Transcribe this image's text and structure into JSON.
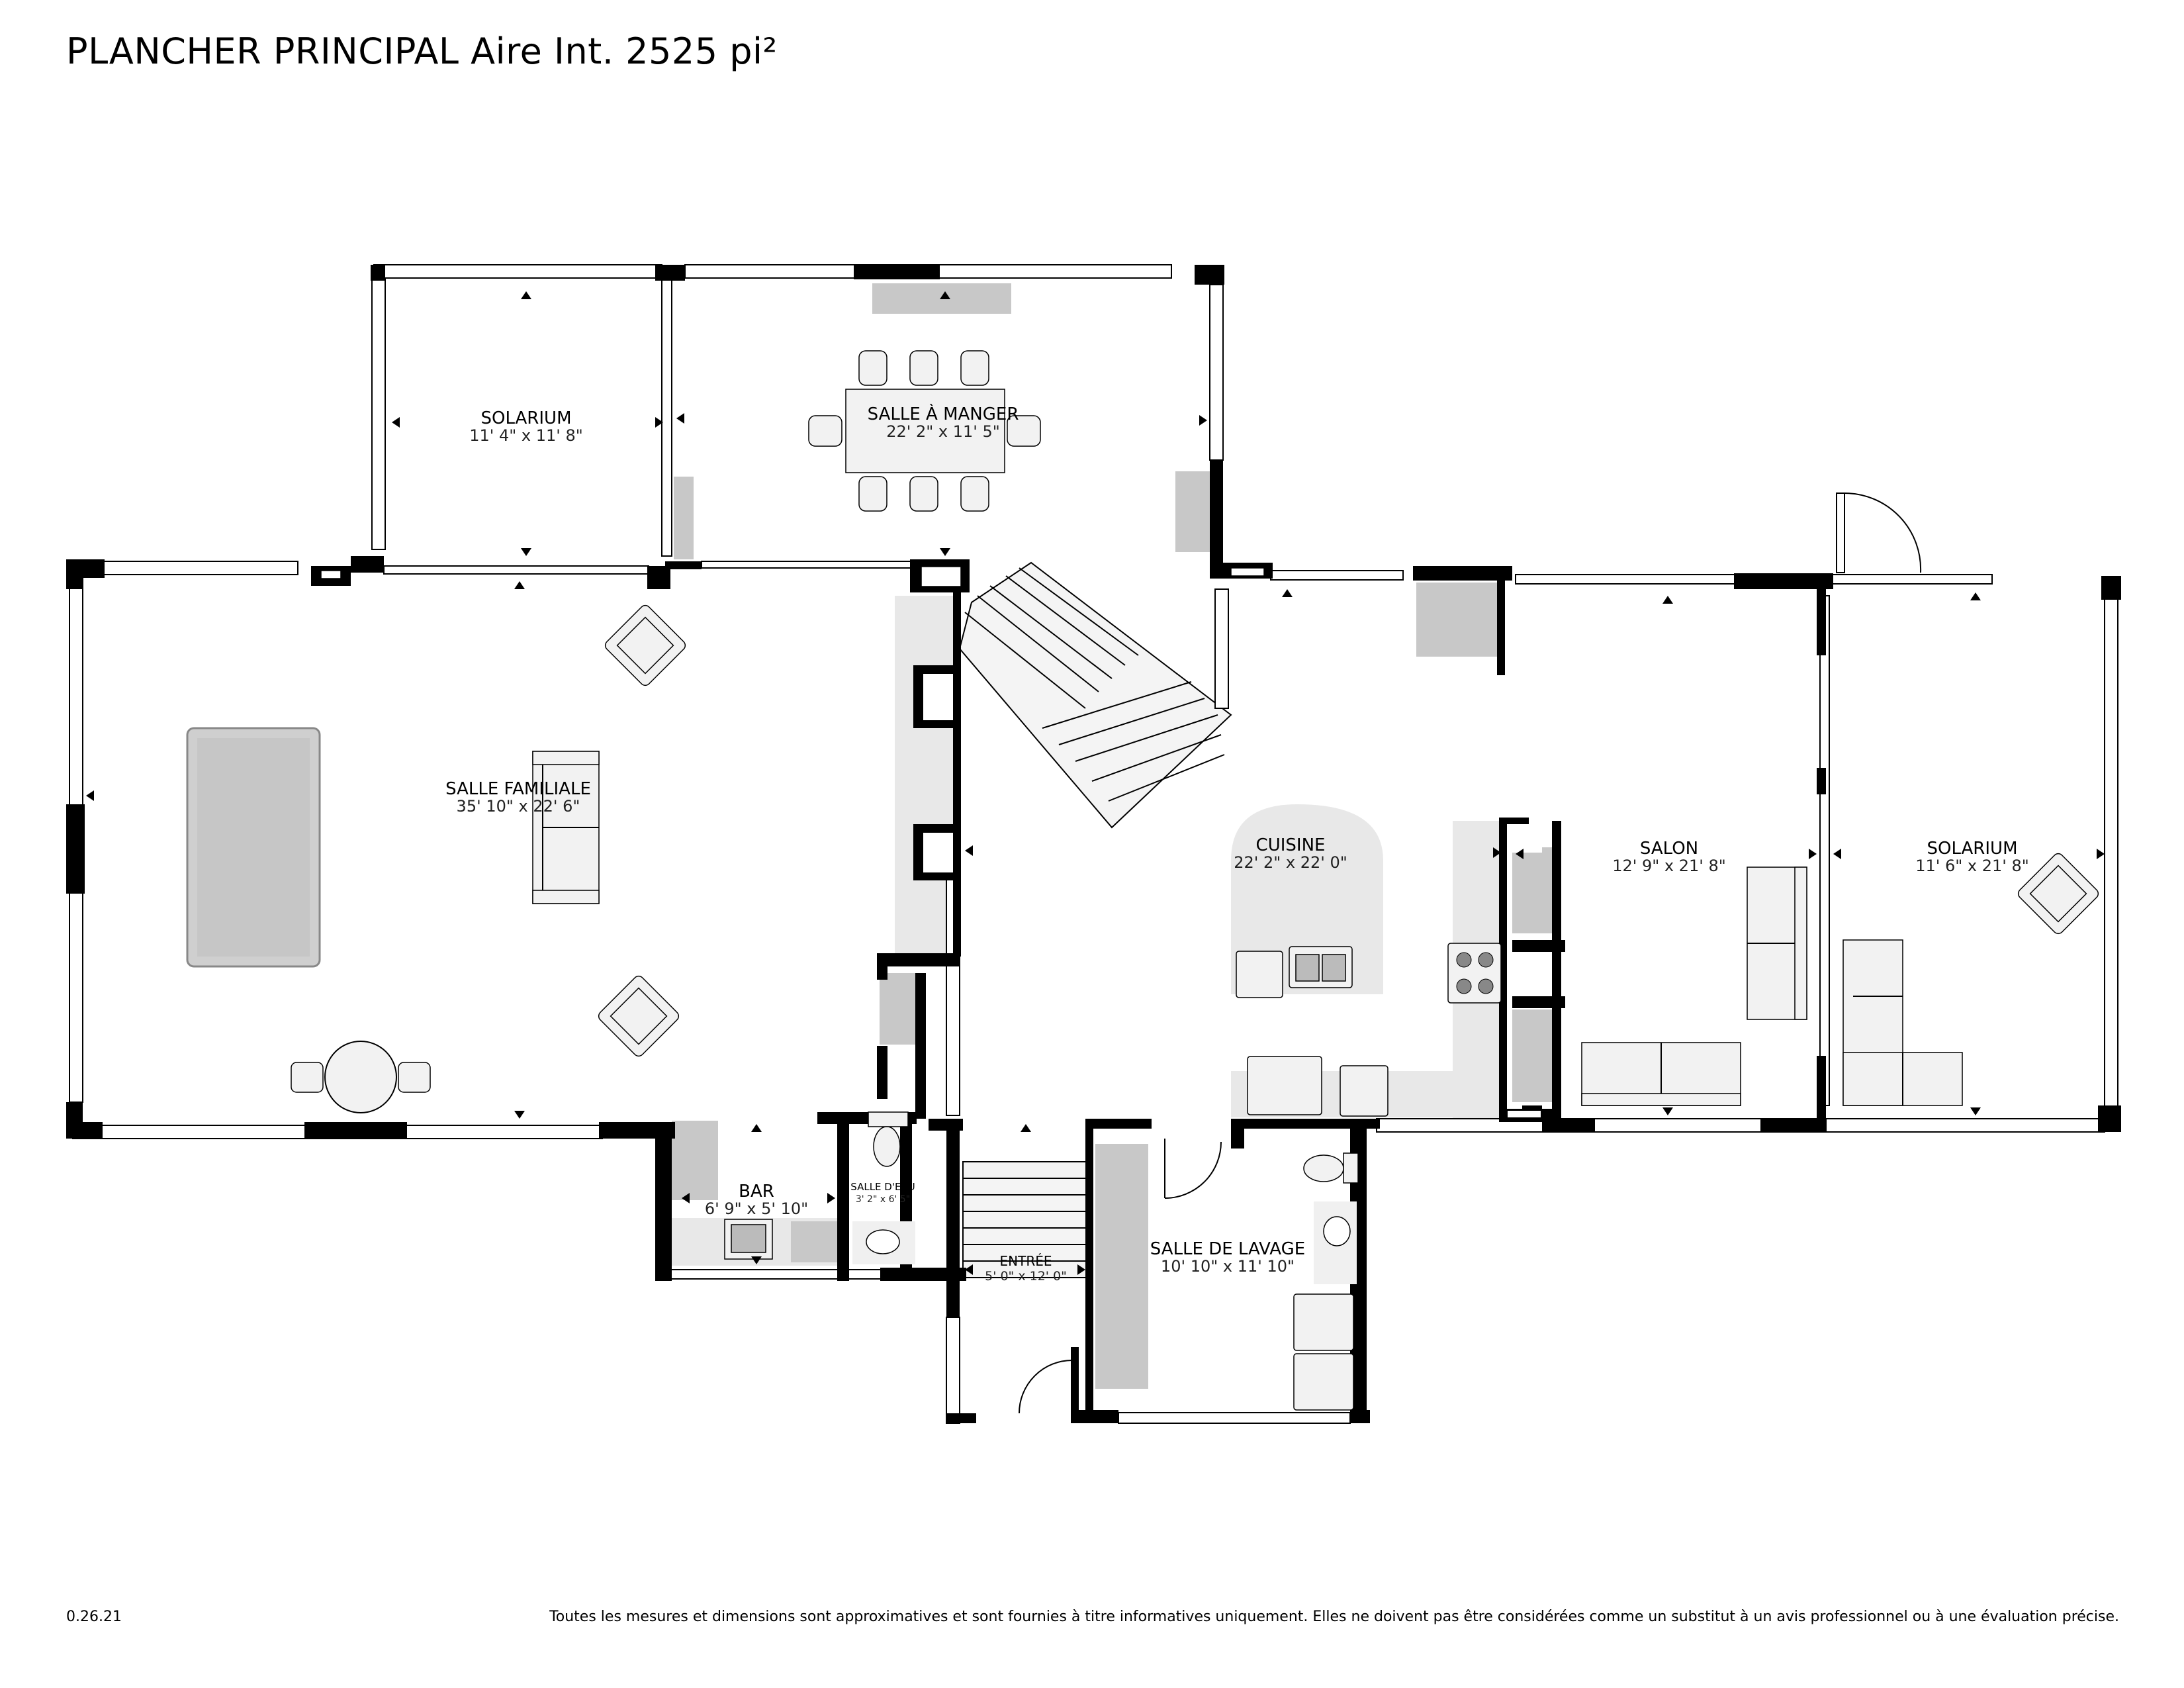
{
  "header": {
    "title": "PLANCHER PRINCIPAL Aire Int. 2525 pi²"
  },
  "footer": {
    "version": "0.26.21",
    "disclaimer": "Toutes les mesures et dimensions sont approximatives et sont fournies à titre informatives uniquement. Elles ne doivent pas être considérées comme un substitut à un avis professionnel ou à une évaluation précise."
  },
  "rooms": {
    "solarium_left": {
      "name": "SOLARIUM",
      "dims": "11' 4\" x 11' 8\""
    },
    "salle_a_manger": {
      "name": "SALLE À MANGER",
      "dims": "22' 2\" x 11' 5\""
    },
    "salle_familiale": {
      "name": "SALLE FAMILIALE",
      "dims": "35' 10\" x 22' 6\""
    },
    "cuisine": {
      "name": "CUISINE",
      "dims": "22' 2\" x 22' 0\""
    },
    "salon": {
      "name": "SALON",
      "dims": "12' 9\" x 21' 8\""
    },
    "solarium_right": {
      "name": "SOLARIUM",
      "dims": "11' 6\" x 21' 8\""
    },
    "bar": {
      "name": "BAR",
      "dims": "6' 9\" x 5' 10\""
    },
    "salle_deau": {
      "name": "SALLE D'EAU",
      "dims": "3' 2\" x 6' 5\""
    },
    "entree": {
      "name": "ENTRÉE",
      "dims": "5' 0\" x 12' 0\""
    },
    "salle_de_lavage": {
      "name": "SALLE DE LAVAGE",
      "dims": "10' 10\" x 11' 10\""
    }
  },
  "colors": {
    "wall": "#000000",
    "counter": "#e8e8e8",
    "fixture": "#c8c8c8",
    "background": "#ffffff"
  }
}
